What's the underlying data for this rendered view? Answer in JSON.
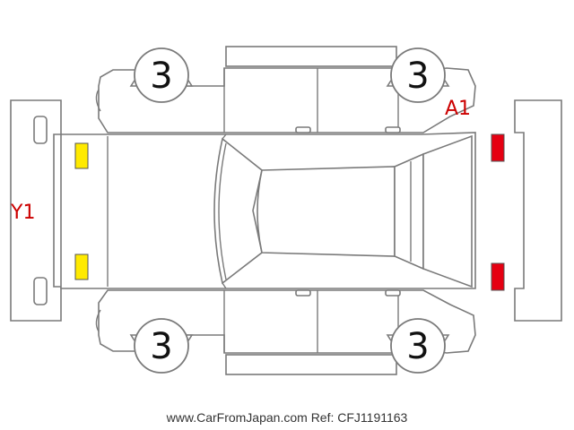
{
  "colors": {
    "yellow_mark": "#ffea00",
    "red_mark": "#e50012",
    "outline": "#7a7a7a",
    "label_red": "#cc0000"
  },
  "tyres": {
    "front_left": "3",
    "front_right": "3",
    "rear_left": "3",
    "rear_right": "3"
  },
  "damage_labels": {
    "front": "A1",
    "rear": "Y1"
  },
  "footer": {
    "site": "www.CarFromJapan.com",
    "ref": "Ref: CFJ1191163"
  }
}
